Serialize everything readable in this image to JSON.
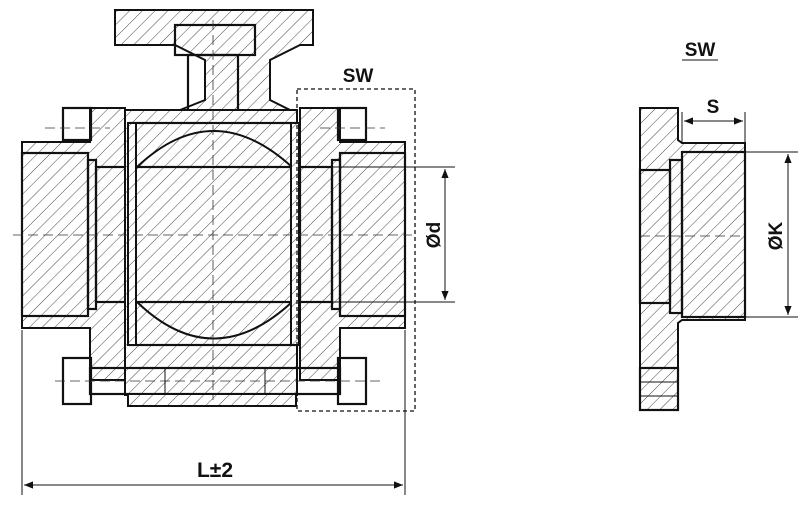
{
  "drawing": {
    "main_view": {
      "sw_label": "SW",
      "bore_dim_label": "Ød",
      "length_dim_label": "L±2"
    },
    "detail_view": {
      "title": "SW",
      "socket_depth_label": "S",
      "socket_diameter_label": "ØK"
    }
  },
  "colors": {
    "line": "#111111",
    "background": "#ffffff"
  }
}
